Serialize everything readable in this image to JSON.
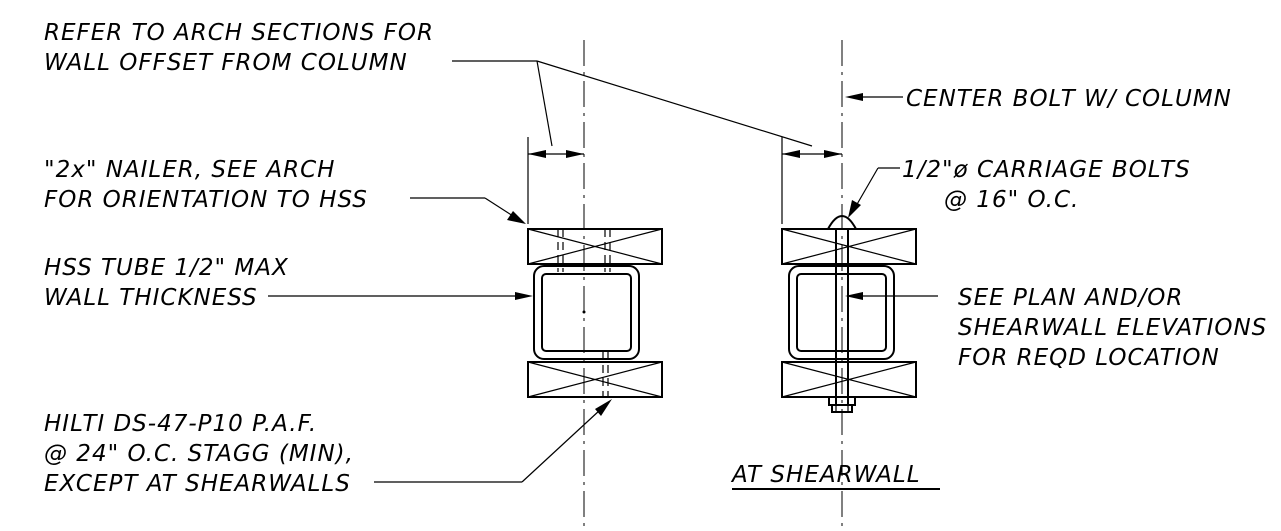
{
  "notes": {
    "wall_offset_line1": "REFER TO ARCH SECTIONS FOR",
    "wall_offset_line2": "WALL OFFSET FROM COLUMN",
    "nailer_line1": "\"2x\" NAILER, SEE ARCH",
    "nailer_line2": "FOR ORIENTATION TO HSS",
    "hss_line1": "HSS TUBE 1/2\" MAX",
    "hss_line2": "WALL THICKNESS",
    "hilti_line1": "HILTI DS-47-P10 P.A.F.",
    "hilti_line2": "@ 24\" O.C. STAGG (MIN),",
    "hilti_line3": "EXCEPT AT SHEARWALLS",
    "center_bolt": "CENTER BOLT W/ COLUMN",
    "carriage_line1": "1/2\"ø CARRIAGE BOLTS",
    "carriage_line2": "@ 16\" O.C.",
    "see_plan_line1": "SEE PLAN AND/OR",
    "see_plan_line2": "SHEARWALL ELEVATIONS",
    "see_plan_line3": "FOR REQD LOCATION"
  },
  "title": {
    "shearwall_label": "AT SHEARWALL"
  }
}
